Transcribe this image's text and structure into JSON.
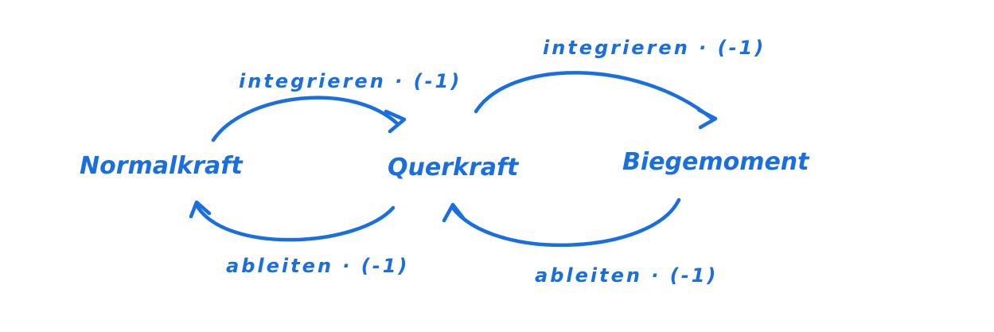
{
  "nodes": {
    "normalkraft": "Normalkraft",
    "querkraft": "Querkraft",
    "biegemoment": "Biegemoment"
  },
  "edges": {
    "normal_to_quer": "integrieren · (-1)",
    "quer_to_normal": "ableiten · (-1)",
    "quer_to_biege": "integrieren · (-1)",
    "biege_to_quer": "ableiten · (-1)"
  },
  "colors": {
    "ink": "#1a6fe0",
    "background": "#ffffff"
  }
}
